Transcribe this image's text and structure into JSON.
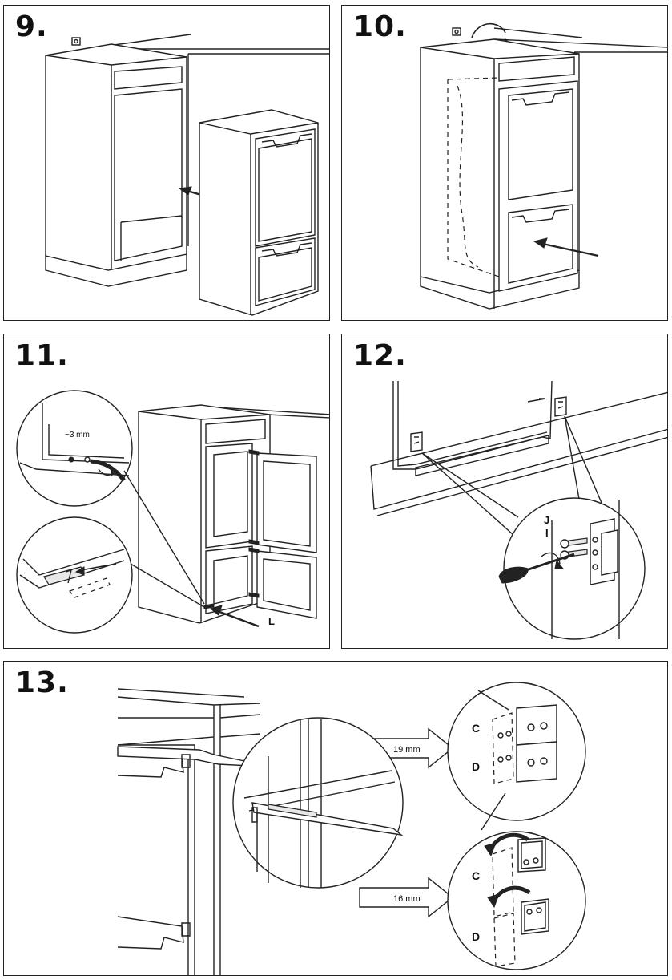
{
  "steps": [
    {
      "number": "9."
    },
    {
      "number": "10."
    },
    {
      "number": "11."
    },
    {
      "number": "12."
    },
    {
      "number": "13."
    }
  ],
  "labels": {
    "gap": "~3 mm",
    "part_l": "L",
    "part_j": "J",
    "part_i": "I",
    "dist_19": "19 mm",
    "dist_16": "16 mm",
    "part_c": "C",
    "part_d": "D"
  }
}
